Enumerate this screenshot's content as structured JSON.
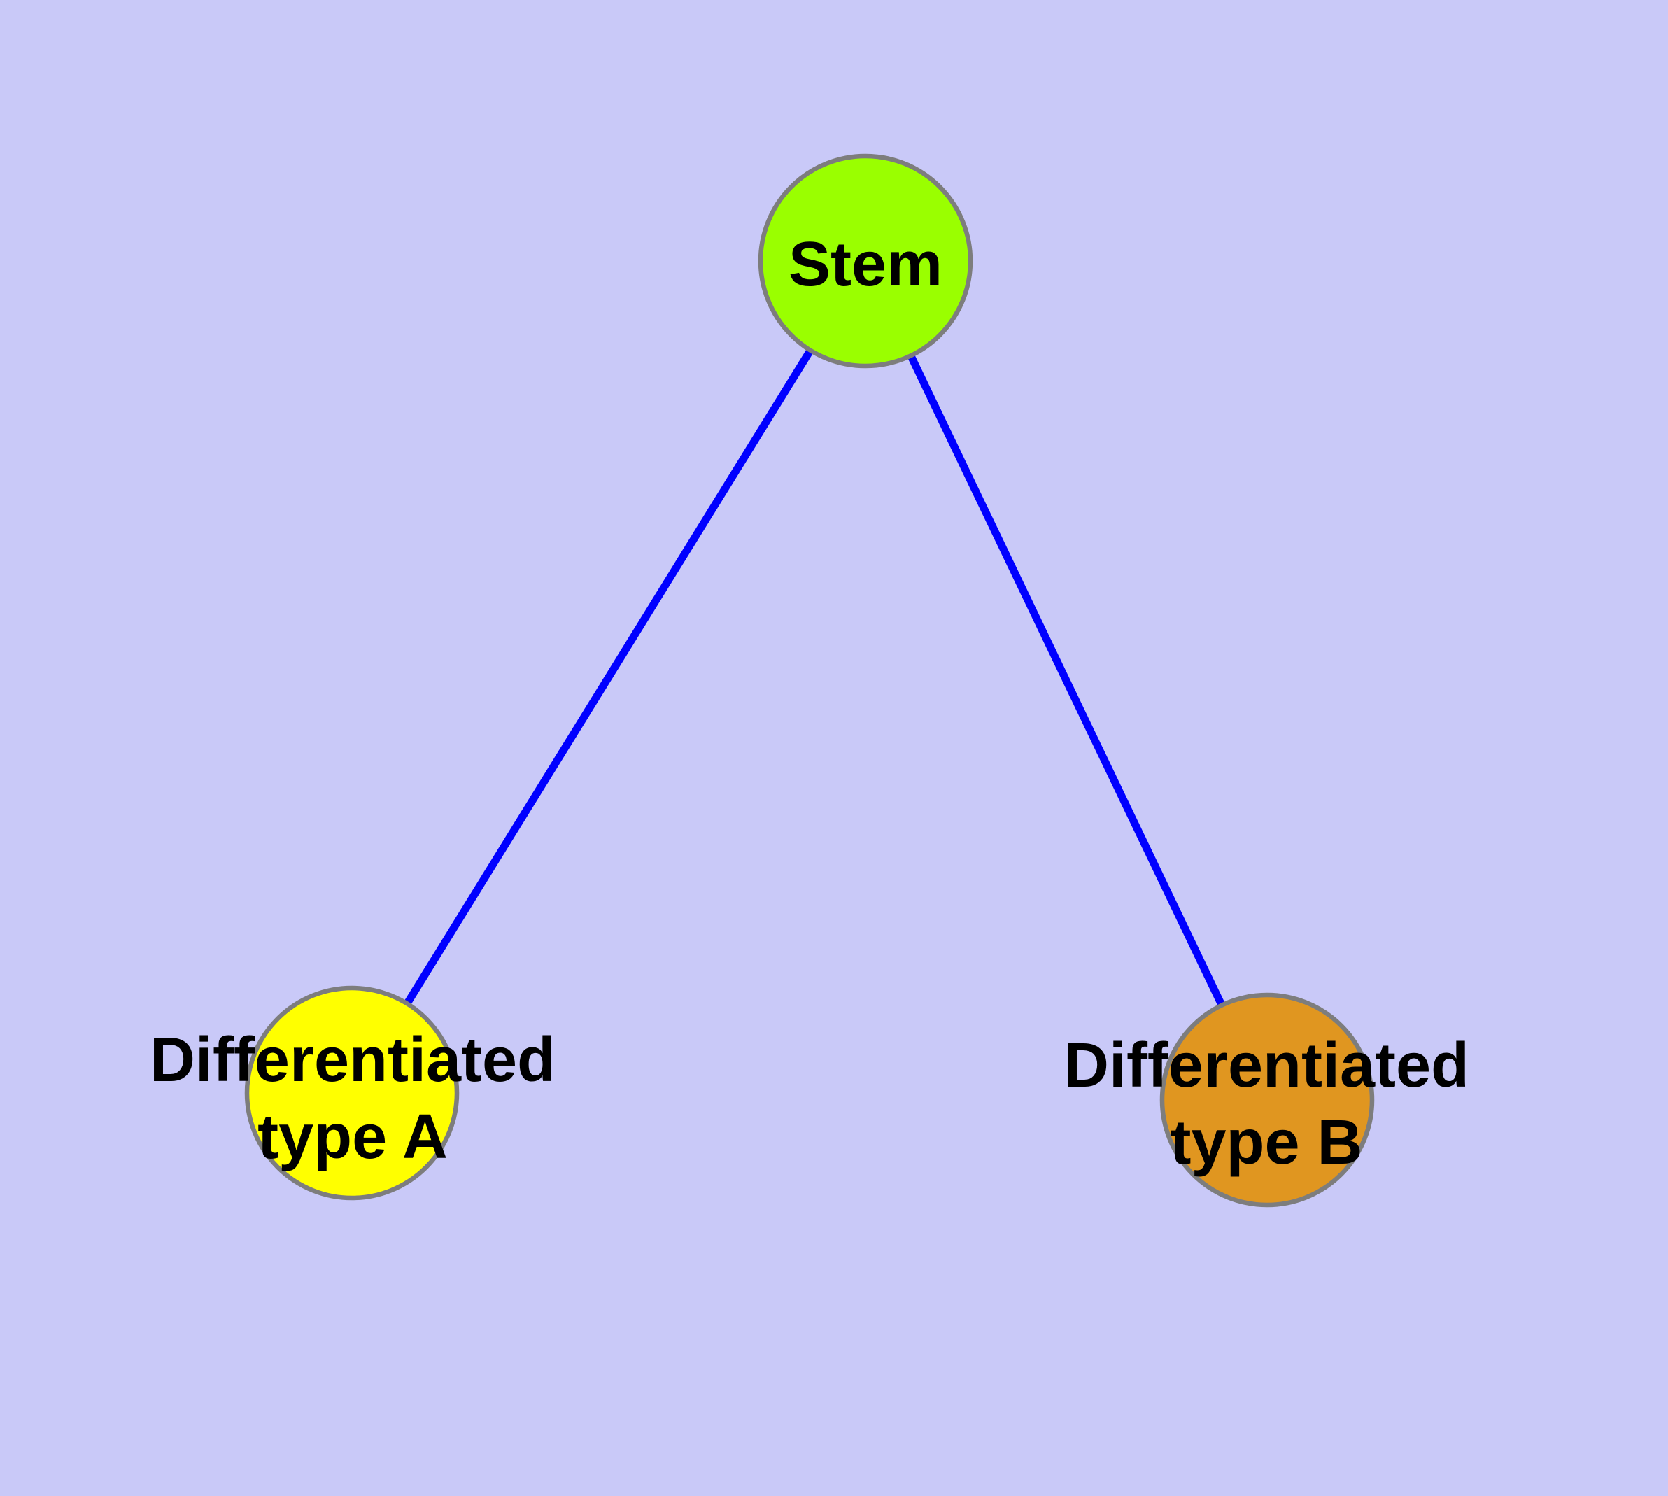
{
  "diagram": {
    "type": "graph",
    "description_of_depiction": "Stem cell differentiation tree with one root node and two leaf nodes",
    "colors": {
      "background": "#C9C9F8",
      "edge": "#0000FF",
      "node_border": "#7D7D7D",
      "label_text": "#000000"
    },
    "nodes": [
      {
        "id": "stem",
        "label": "Stem",
        "label_lines": [
          "Stem"
        ],
        "color": "#9AFF00"
      },
      {
        "id": "type-a",
        "label": "Differentiated type A",
        "label_lines": [
          "Differentiated",
          "type A"
        ],
        "color": "#FFFF00"
      },
      {
        "id": "type-b",
        "label": "Differentiated type B",
        "label_lines": [
          "Differentiated",
          "type B"
        ],
        "color": "#E09620"
      }
    ],
    "edges": [
      {
        "from": "stem",
        "to": "type-a",
        "color": "#0000FF"
      },
      {
        "from": "stem",
        "to": "type-b",
        "color": "#0000FF"
      }
    ]
  }
}
